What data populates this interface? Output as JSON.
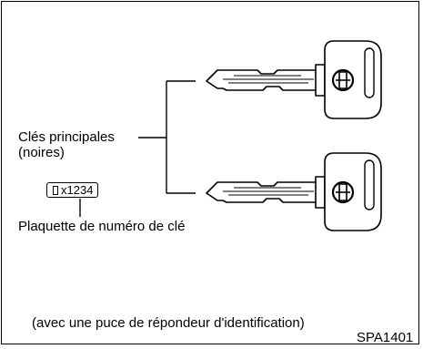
{
  "labels": {
    "master_keys_line1": "Clés principales",
    "master_keys_line2": "(noires)",
    "tag_text": "x1234",
    "plate_label": "Plaquette de numéro de clé",
    "transponder_note": "(avec une puce de répondeur d'identification)",
    "figure_code": "SPA1401"
  },
  "icons": {
    "key_top": "key-icon",
    "key_bottom": "key-icon",
    "tag": "key-number-plate-icon"
  },
  "colors": {
    "line": "#000000",
    "background": "#ffffff"
  }
}
